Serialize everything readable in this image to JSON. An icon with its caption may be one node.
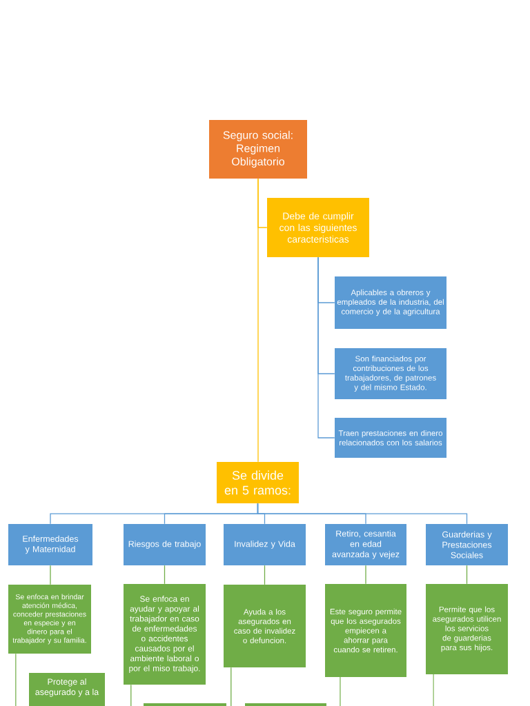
{
  "diagram": {
    "nodes": [
      {
        "text": [
          "Seguro social: Regimen Obligatorio"
        ]
      },
      {
        "text": [
          "Debe de cumplir con las siguientes caracteristicas"
        ]
      },
      {
        "text": [
          "Aplicables a obreros y empleados de la industria, del comercio y de la agricultura"
        ]
      },
      {
        "text": [
          "Son financiados por contribuciones de los trabajadores, de patrones y del mismo Estado."
        ]
      },
      {
        "text": [
          "Traen prestaciones en dinero relacionados con los salarios"
        ]
      },
      {
        "text": [
          "Se divide en 5 ramos:"
        ]
      },
      {
        "text": [
          "Enfermedades y Maternidad"
        ]
      },
      {
        "text": [
          "Riesgos de trabajo"
        ]
      },
      {
        "text": [
          "Invalidez y Vida"
        ]
      },
      {
        "text": [
          "Retiro, cesantia en edad avanzada y vejez"
        ]
      },
      {
        "text": [
          "Guarderias y Prestaciones Sociales"
        ]
      },
      {
        "text": [
          "Se enfoca en brindar atención médica, conceder prestaciones en especie y en dinero para el trabajador y su familia."
        ]
      },
      {
        "text": [
          "Se enfoca en ayudar y apoyar al trabajador en caso de enfermedades o accidentes causados por el ambiente laboral o por el miso trabajo."
        ]
      },
      {
        "text": [
          "Ayuda a los asegurados en caso de invalidez o defuncion."
        ]
      },
      {
        "text": [
          "Este seguro permite que los asegurados empiecen a ahorrar para cuando se retiren."
        ]
      },
      {
        "text": [
          "Permite que los asegurados utilicen los servicios de guarderias para sus hijos."
        ]
      },
      {
        "text": [
          "Protege al asegurado y a la"
        ]
      },
      {
        "text": [],
        "shape": "box"
      },
      {
        "text": [],
        "shape": "box"
      }
    ],
    "edges": [
      {
        "from": 0,
        "to": 1,
        "arrow": "none",
        "color": "#ffc000"
      },
      {
        "from": 0,
        "to": 5,
        "arrow": "none",
        "color": "#ffc000"
      },
      {
        "from": 1,
        "to": 2,
        "arrow": "none",
        "color": "#5b9bd5"
      },
      {
        "from": 1,
        "to": 3,
        "arrow": "none",
        "color": "#5b9bd5"
      },
      {
        "from": 1,
        "to": 4,
        "arrow": "none",
        "color": "#5b9bd5"
      },
      {
        "from": 5,
        "to": 6,
        "arrow": "none",
        "color": "#5b9bd5"
      },
      {
        "from": 5,
        "to": 7,
        "arrow": "none",
        "color": "#5b9bd5"
      },
      {
        "from": 5,
        "to": 8,
        "arrow": "none",
        "color": "#5b9bd5"
      },
      {
        "from": 5,
        "to": 9,
        "arrow": "none",
        "color": "#5b9bd5"
      },
      {
        "from": 5,
        "to": 10,
        "arrow": "none",
        "color": "#5b9bd5"
      },
      {
        "from": 6,
        "to": 11,
        "arrow": "none"
      },
      {
        "from": 7,
        "to": 12,
        "arrow": "none"
      },
      {
        "from": 8,
        "to": 13,
        "arrow": "none"
      },
      {
        "from": 9,
        "to": 14,
        "arrow": "none"
      },
      {
        "from": 10,
        "to": 15,
        "arrow": "none"
      },
      {
        "from": 11,
        "to": 16,
        "arrow": "none"
      },
      {
        "from": 12,
        "to": 17,
        "arrow": "none"
      },
      {
        "from": 13,
        "to": 18,
        "arrow": "none"
      },
      {
        "from": 14,
        "to": null,
        "arrow": "none"
      },
      {
        "from": 15,
        "to": null,
        "arrow": "none"
      }
    ]
  }
}
